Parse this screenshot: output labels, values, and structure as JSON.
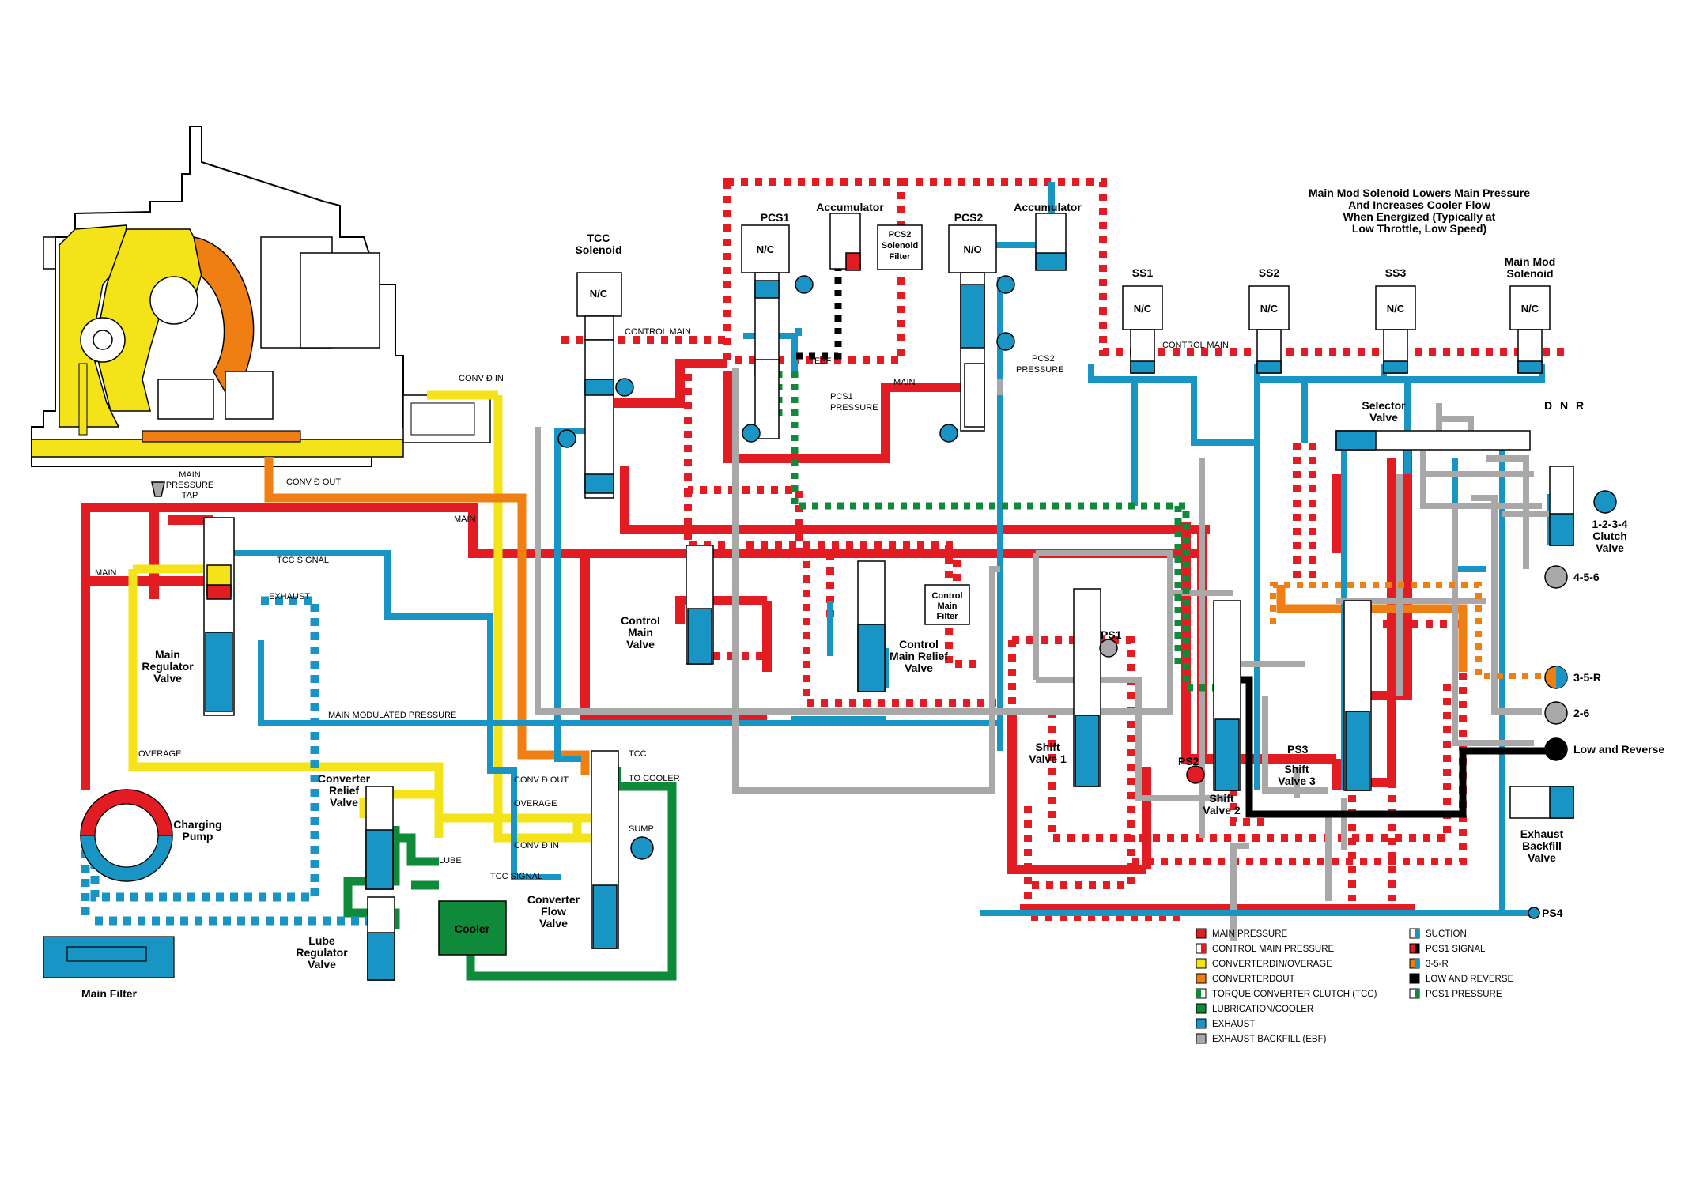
{
  "colors": {
    "main_pressure": "#e31b23",
    "control_main": "#e31b23",
    "converter_in": "#f5e31a",
    "converter_out": "#f07f13",
    "tcc": "#0e8a3a",
    "lube": "#0e8a3a",
    "exhaust": "#1895c4",
    "ebf": "#a8a8a8",
    "low_reverse": "#000000",
    "housing_gray": "#9b9b9b"
  },
  "notes": {
    "line1": "Main Mod Solenoid Lowers Main Pressure",
    "line2": "And Increases Cooler Flow",
    "line3": "When Energized (Typically at",
    "line4": "Low Throttle, Low Speed)"
  },
  "components": {
    "tcc_solenoid": {
      "l1": "TCC",
      "l2": "Solenoid",
      "state": "N/C"
    },
    "pcs1": {
      "label": "PCS1",
      "state": "N/C"
    },
    "pcs2": {
      "label": "PCS2",
      "state": "N/O"
    },
    "accumulator1": "Accumulator",
    "accumulator2": "Accumulator",
    "pcs2_filter": {
      "l1": "PCS2",
      "l2": "Solenoid",
      "l3": "Filter"
    },
    "ss1": {
      "label": "SS1",
      "state": "N/C"
    },
    "ss2": {
      "label": "SS2",
      "state": "N/C"
    },
    "ss3": {
      "label": "SS3",
      "state": "N/C"
    },
    "mainmod": {
      "l1": "Main Mod",
      "l2": "Solenoid",
      "state": "N/C"
    },
    "selector": {
      "l1": "Selector",
      "l2": "Valve"
    },
    "dnr": {
      "d": "D",
      "n": "N",
      "r": "R"
    },
    "clutch1234": {
      "l1": "1-2-3-4",
      "l2": "Clutch",
      "l3": "Valve"
    },
    "c456": "4-5-6",
    "c35r": "3-5-R",
    "c26": "2-6",
    "low_reverse": "Low and Reverse",
    "exhaust_backfill": {
      "l1": "Exhaust",
      "l2": "Backfill",
      "l3": "Valve"
    },
    "ps1": "PS1",
    "ps2": "PS2",
    "ps3": "PS3",
    "ps4": "PS4",
    "shift1": {
      "l1": "Shift",
      "l2": "Valve 1"
    },
    "shift2": {
      "l1": "Shift",
      "l2": "Valve 2"
    },
    "shift3": {
      "l1": "Shift",
      "l2": "Valve 3"
    },
    "control_main_valve": {
      "l1": "Control",
      "l2": "Main",
      "l3": "Valve"
    },
    "control_main_relief": {
      "l1": "Control",
      "l2": "Main Relief",
      "l3": "Valve"
    },
    "control_main_filter": {
      "l1": "Control",
      "l2": "Main",
      "l3": "Filter"
    },
    "main_regulator": {
      "l1": "Main",
      "l2": "Regulator",
      "l3": "Valve"
    },
    "charging_pump": {
      "l1": "Charging",
      "l2": "Pump"
    },
    "converter_relief": {
      "l1": "Converter",
      "l2": "Relief",
      "l3": "Valve"
    },
    "converter_flow": {
      "l1": "Converter",
      "l2": "Flow",
      "l3": "Valve"
    },
    "lube_regulator": {
      "l1": "Lube",
      "l2": "Regulator",
      "l3": "Valve"
    },
    "cooler": "Cooler",
    "main_filter": "Main Filter",
    "main_pressure_tap": {
      "l1": "MAIN",
      "l2": "PRESSURE",
      "l3": "TAP"
    }
  },
  "line_labels": {
    "control_main_a": "CONTROL MAIN",
    "control_main_b": "CONTROL MAIN",
    "ebf": "EBF",
    "pcs1_pressure": {
      "l1": "PCS1",
      "l2": "PRESSURE"
    },
    "pcs2_pressure": {
      "l1": "PCS2",
      "l2": "PRESSURE"
    },
    "main_a": "MAIN",
    "main_b": "MAIN",
    "main_c": "MAIN",
    "conv_in_a": "CONV Ð IN",
    "conv_out_a": "CONV Ð OUT",
    "conv_out_b": "CONV Ð OUT",
    "conv_in_b": "CONV Ð IN",
    "tcc_signal_a": "TCC  SIGNAL",
    "tcc_signal_b": "TCC  SIGNAL",
    "exhaust": "EXHAUST",
    "main_modulated": "MAIN  MODULATED  PRESSURE",
    "overage_a": "OVERAGE",
    "overage_b": "OVERAGE",
    "tcc": "TCC",
    "to_cooler": "TO  COOLER",
    "sump": "SUMP",
    "lube": "LUBE"
  },
  "legend": [
    {
      "label": "MAIN  PRESSURE",
      "style": "main"
    },
    {
      "label": "CONTROL  MAIN  PRESSURE",
      "style": "control"
    },
    {
      "label": "CONVERTERÐIN/OVERAGE",
      "style": "convin"
    },
    {
      "label": "CONVERTERÐOUT",
      "style": "convout"
    },
    {
      "label": "TORQUE  CONVERTER  CLUTCH  (TCC)",
      "style": "tcc"
    },
    {
      "label": "LUBRICATION/COOLER",
      "style": "lube"
    },
    {
      "label": "EXHAUST",
      "style": "exhaust"
    },
    {
      "label": "EXHAUST  BACKFILL  (EBF)",
      "style": "ebf"
    },
    {
      "label": "SUCTION",
      "style": "suction"
    },
    {
      "label": "PCS1  SIGNAL",
      "style": "pcs1sig"
    },
    {
      "label": "3-5-R",
      "style": "r35"
    },
    {
      "label": "LOW  AND  REVERSE",
      "style": "lowrev"
    },
    {
      "label": "PCS1  PRESSURE",
      "style": "pcs1p"
    }
  ]
}
